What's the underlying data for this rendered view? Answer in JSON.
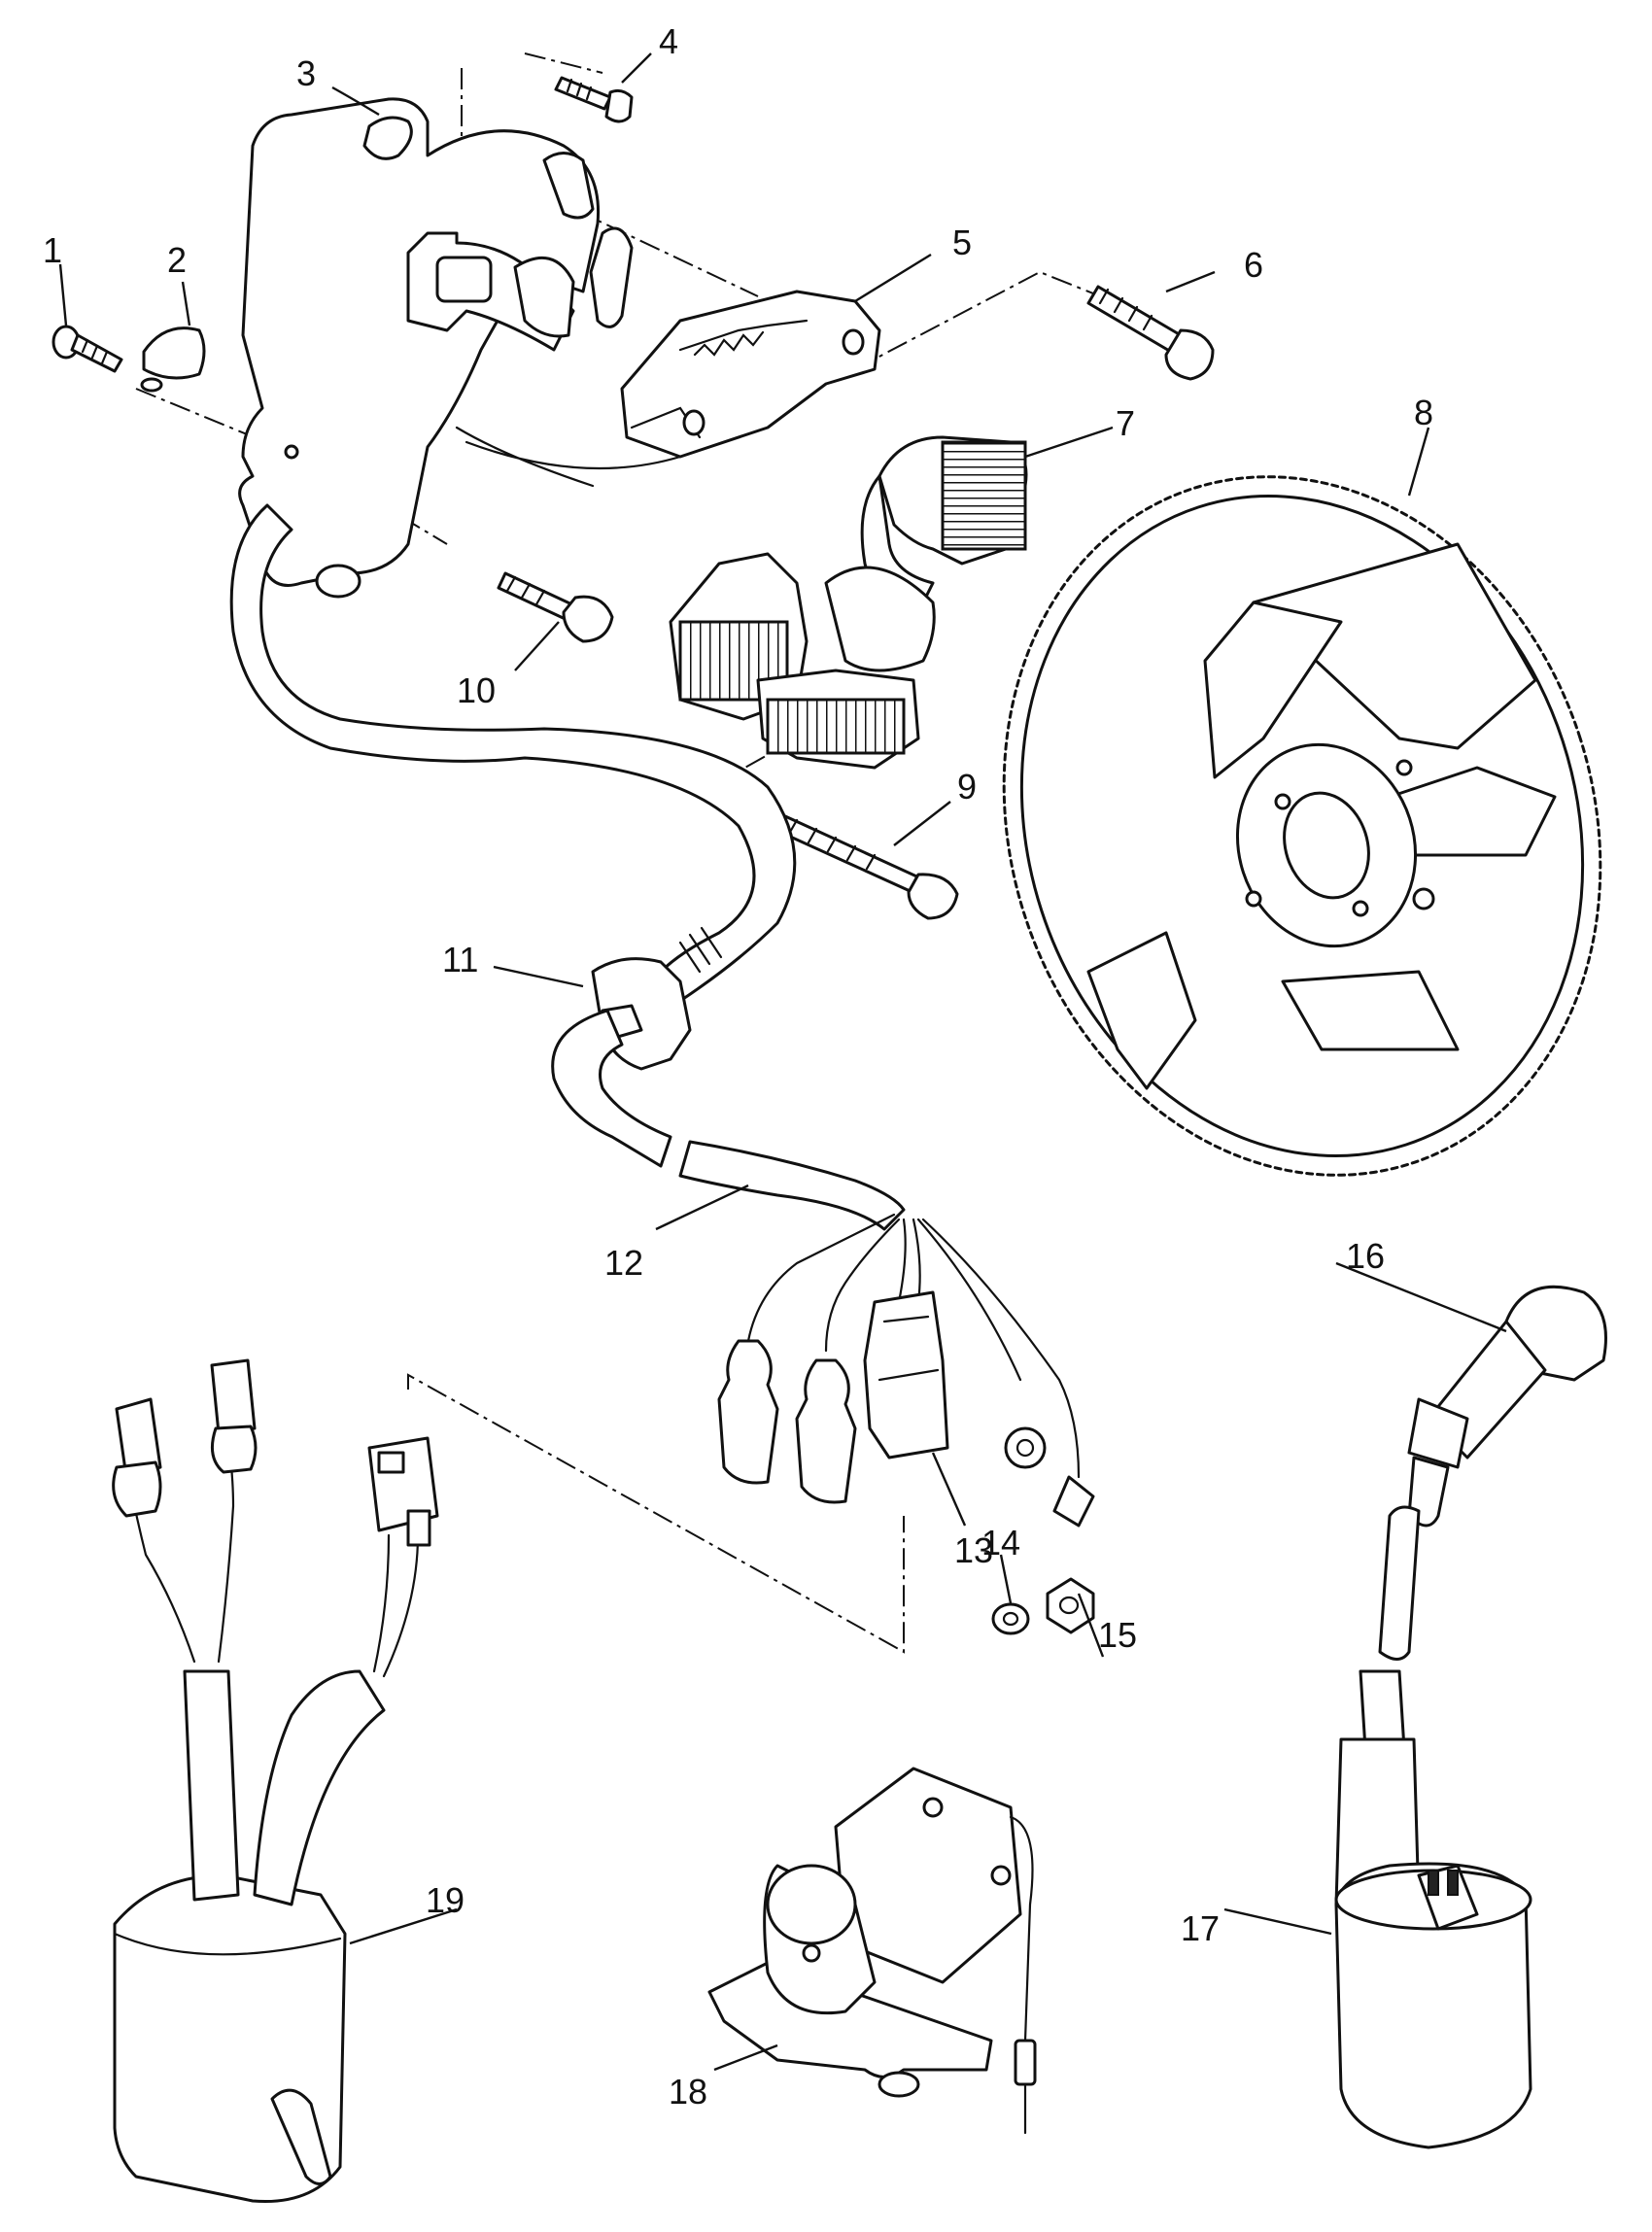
{
  "callouts": [
    "1",
    "2",
    "3",
    "4",
    "5",
    "6",
    "7",
    "8",
    "9",
    "10",
    "11",
    "12",
    "13",
    "14",
    "15",
    "16",
    "17",
    "18",
    "19"
  ]
}
